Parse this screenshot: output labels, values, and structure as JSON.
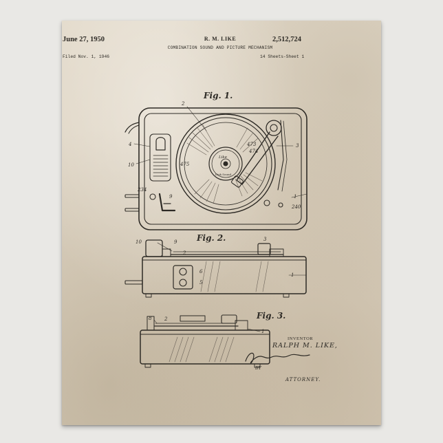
{
  "header": {
    "date": "June 27, 1950",
    "inventor_short": "R. M. LIKE",
    "patent_number": "2,512,724",
    "title": "COMBINATION SOUND AND PICTURE MECHANISM",
    "filed": "Filed Nov. 1, 1946",
    "sheets": "14 Sheets-Sheet 1"
  },
  "figures": {
    "fig1": "Fig. 1.",
    "fig2": "Fig. 2.",
    "fig3": "Fig. 3."
  },
  "record_label": {
    "line1": "Like",
    "line2": "Disk Sound"
  },
  "signature": {
    "inventor_label": "INVENTOR",
    "inventor_name": "RALPH M. LIKE,",
    "by": "BY",
    "attorney": "ATTORNEY."
  },
  "colors": {
    "ink": "#2d2a25",
    "paper": "#ddd3c2",
    "wall": "#e9e8e5"
  }
}
